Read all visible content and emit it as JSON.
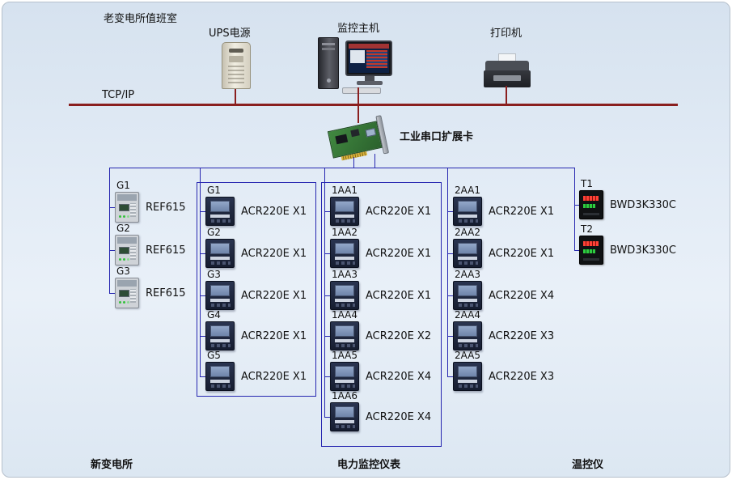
{
  "room_title": "老变电所值班室",
  "network": {
    "bus_label": "TCP/IP",
    "serial_card_label": "工业串口扩展卡"
  },
  "top_devices": {
    "ups": {
      "label": "UPS电源"
    },
    "host": {
      "label": "监控主机"
    },
    "printer": {
      "label": "打印机"
    }
  },
  "groups": [
    {
      "footer": "新变电所",
      "items": [
        {
          "tag": "G1",
          "model": "REF615"
        },
        {
          "tag": "G2",
          "model": "REF615"
        },
        {
          "tag": "G3",
          "model": "REF615"
        }
      ]
    },
    {
      "items": [
        {
          "tag": "G1",
          "model": "ACR220E X1"
        },
        {
          "tag": "G2",
          "model": "ACR220E X1"
        },
        {
          "tag": "G3",
          "model": "ACR220E X1"
        },
        {
          "tag": "G4",
          "model": "ACR220E X1"
        },
        {
          "tag": "G5",
          "model": "ACR220E X1"
        }
      ]
    },
    {
      "footer": "电力监控仪表",
      "items": [
        {
          "tag": "1AA1",
          "model": "ACR220E X1"
        },
        {
          "tag": "1AA2",
          "model": "ACR220E X1"
        },
        {
          "tag": "1AA3",
          "model": "ACR220E X1"
        },
        {
          "tag": "1AA4",
          "model": "ACR220E X2"
        },
        {
          "tag": "1AA5",
          "model": "ACR220E X4"
        },
        {
          "tag": "1AA6",
          "model": "ACR220E X4"
        }
      ]
    },
    {
      "items": [
        {
          "tag": "2AA1",
          "model": "ACR220E X1"
        },
        {
          "tag": "2AA2",
          "model": "ACR220E X1"
        },
        {
          "tag": "2AA3",
          "model": "ACR220E X4"
        },
        {
          "tag": "2AA4",
          "model": "ACR220E X3"
        },
        {
          "tag": "2AA5",
          "model": "ACR220E X3"
        }
      ]
    },
    {
      "footer": "温控仪",
      "items": [
        {
          "tag": "T1",
          "model": "BWD3K330C"
        },
        {
          "tag": "T2",
          "model": "BWD3K330C"
        }
      ]
    }
  ],
  "colors": {
    "bus": "#8a1f1f",
    "link": "#2626b0",
    "panel-border": "#b6c0cc"
  }
}
